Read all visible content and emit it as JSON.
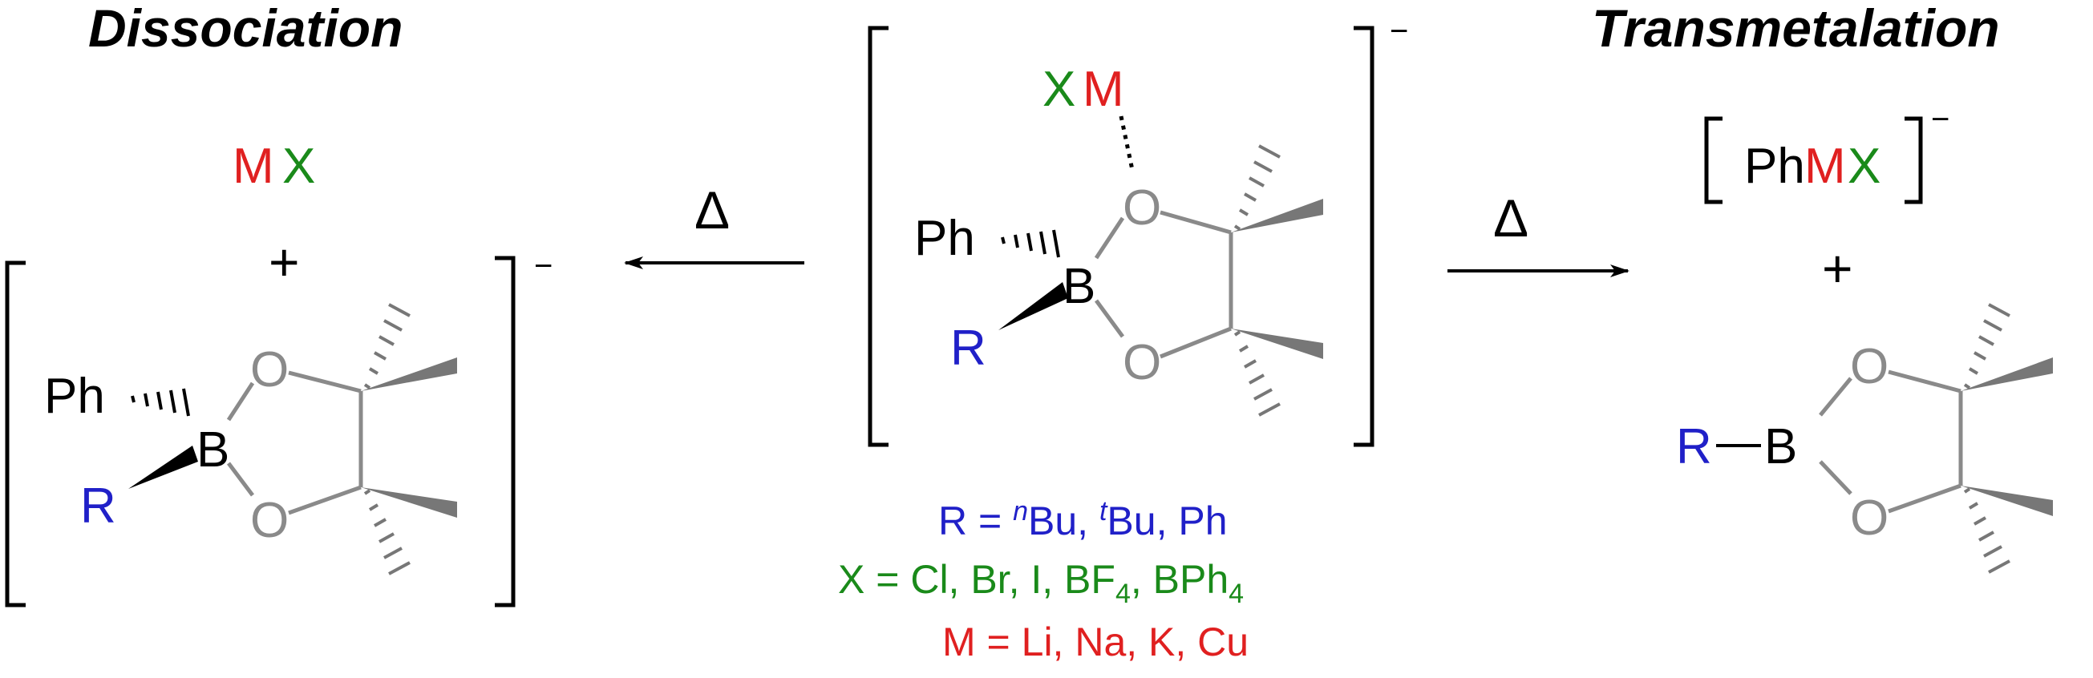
{
  "titles": {
    "left": "Dissociation",
    "right": "Transmetalation"
  },
  "arrows": {
    "left_label": "Δ",
    "right_label": "Δ"
  },
  "labels": {
    "M": "M",
    "X": "X",
    "Ph": "Ph",
    "R": "R",
    "B": "B",
    "O": "O",
    "plus": "+",
    "minus": "−",
    "bracket_open": "[",
    "bracket_close": "]"
  },
  "legend": {
    "r_line": {
      "prefix": "R = ",
      "sup1": "n",
      "t1": "Bu, ",
      "sup2": "t",
      "t2": "Bu, Ph"
    },
    "x_line": {
      "prefix": "X = Cl, Br, I, BF",
      "sub1": "4",
      "mid": ", BPh",
      "sub2": "4"
    },
    "m_line": "M = Li, Na, K, Cu"
  },
  "colors": {
    "M": "#e02020",
    "X": "#1a8a1a",
    "R": "#2020c8",
    "O_and_bonds": "#8a8a8a",
    "black": "#000000"
  }
}
